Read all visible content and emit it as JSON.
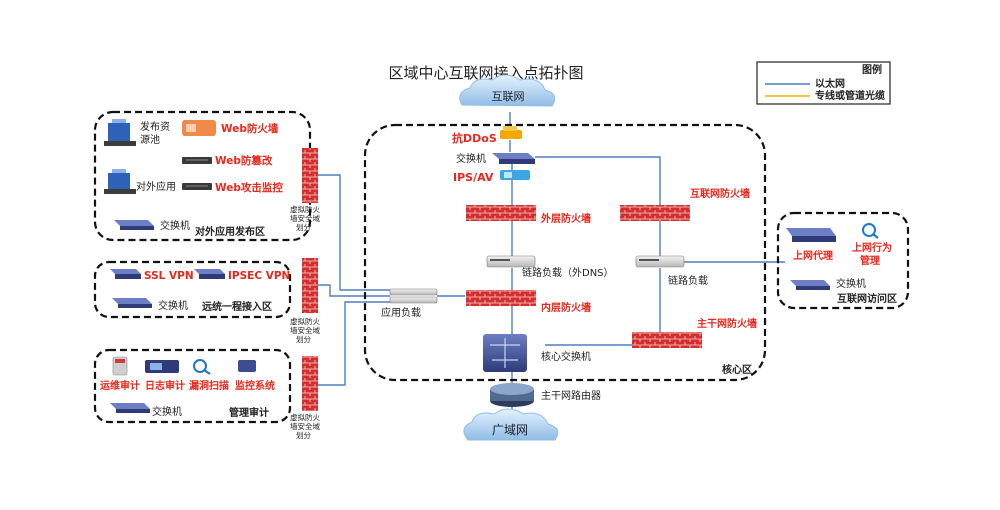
{
  "title": "区域中心互联网接入点拓扑图",
  "legend": {
    "title": "图例",
    "ethernet": "以太网",
    "fiber": "专线或管道光缆",
    "ethernet_color": "#4f7fc0",
    "fiber_color": "#f0b400"
  },
  "colors": {
    "red_label": "#e8281c",
    "black_label": "#222222",
    "firewall": "#d42f2f",
    "device": "#3d4d8f"
  },
  "clouds": {
    "internet": "互联网",
    "wan": "广域网"
  },
  "zones": {
    "publish": {
      "name": "对外应用发布区",
      "pool": "发布资源池",
      "pool_line1": "发布资",
      "pool_line2": "源池",
      "waf": "Web防火墙",
      "tamper": "Web防篡改",
      "attack_monitor": "Web攻击监控",
      "app": "对外应用",
      "switch": "交换机"
    },
    "remote": {
      "name": "远统一程接入区",
      "ssl": "SSL VPN",
      "ipsec": "IPSEC VPN",
      "switch": "交换机"
    },
    "mgmt": {
      "name": "管理审计",
      "ops_audit": "运维审计",
      "log_audit": "日志审计",
      "vuln_scan": "漏洞扫描",
      "monitor": "监控系统",
      "switch": "交换机"
    },
    "core": {
      "name": "核心区",
      "anti_ddos": "抗DDoS",
      "switch": "交换机",
      "ips": "IPS/AV",
      "outer_fw": "外层防火墙",
      "internet_fw": "互联网防火墙",
      "link_lb_dns": "链路负载（外DNS）",
      "link_lb": "链路负载",
      "app_lb": "应用负载",
      "inner_fw": "内层防火墙",
      "backbone_fw": "主干网防火墙",
      "core_switch": "核心交换机"
    },
    "access": {
      "name": "互联网访问区",
      "proxy": "上网代理",
      "behavior_line1": "上网行为",
      "behavior_line2": "管理",
      "switch": "交换机"
    },
    "backbone_router": "主干网路由器",
    "vfw_line1": "虚拟防火",
    "vfw_line2": "墙安全域",
    "vfw_line3": "划分"
  }
}
